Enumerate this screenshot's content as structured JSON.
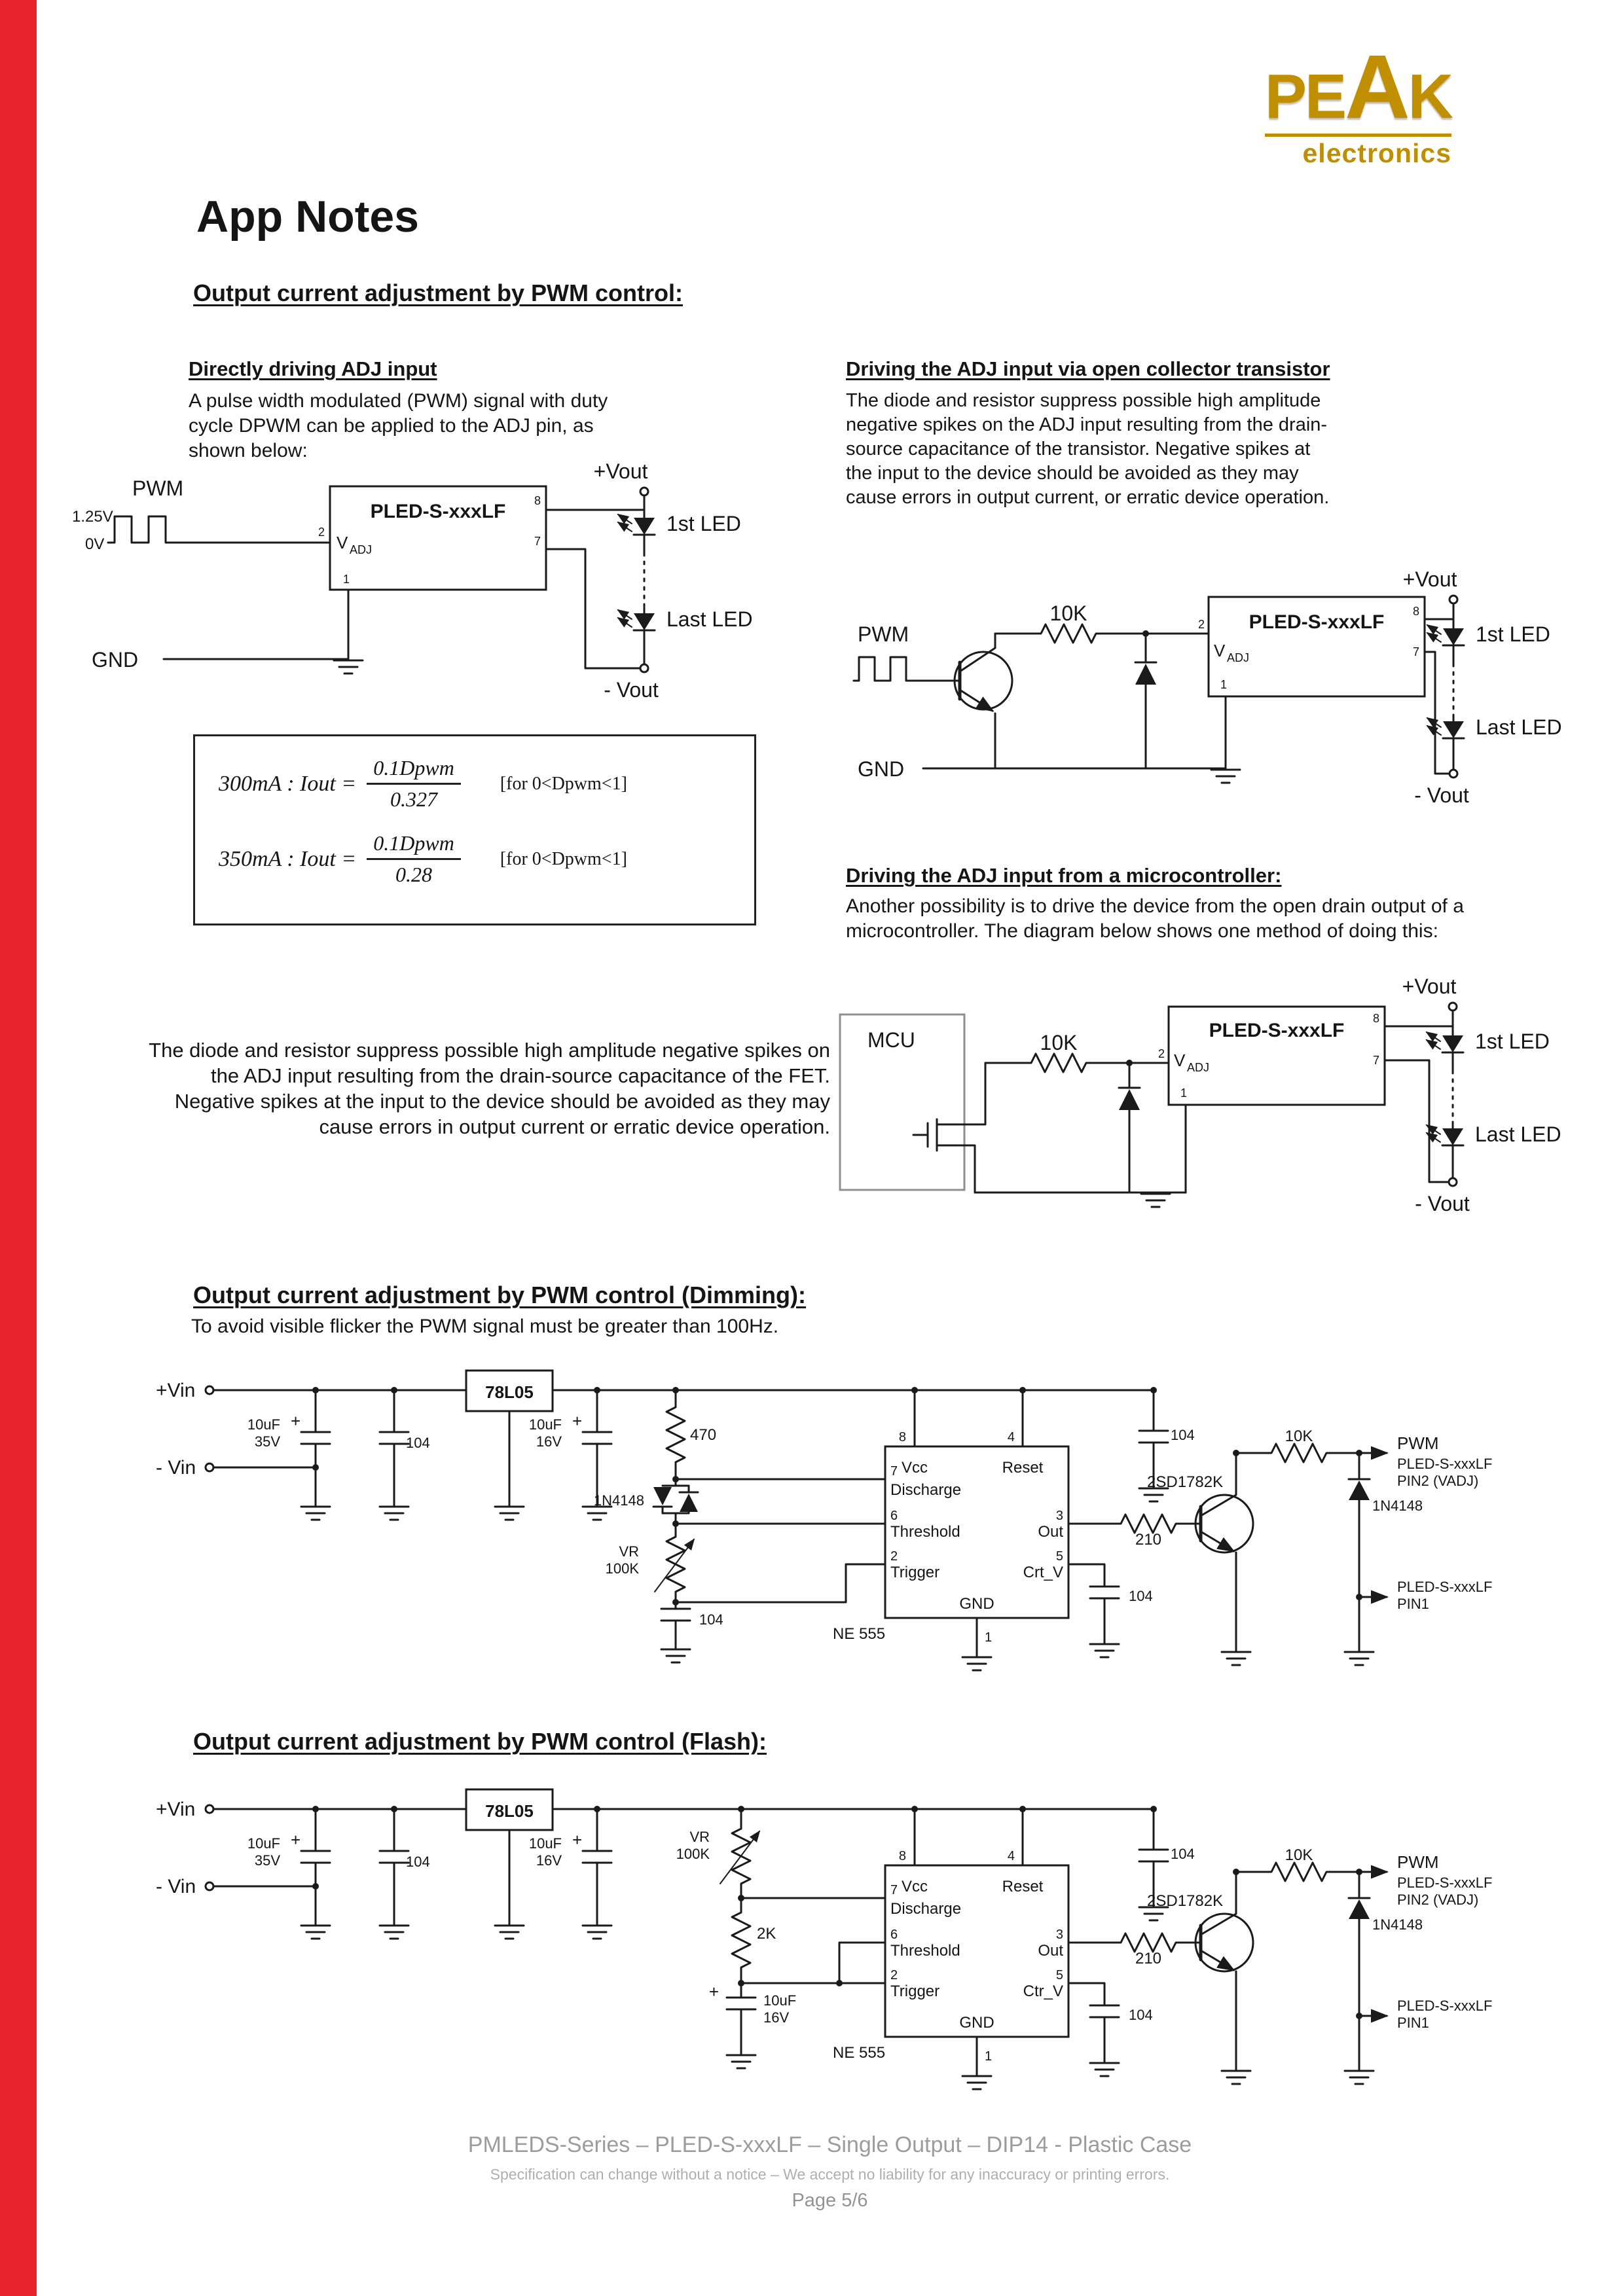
{
  "colors": {
    "accent_red": "#e8232d",
    "brand_gold": "#bf8f00",
    "footer_gray": "#9c9c9c"
  },
  "logo": {
    "letters": [
      "P",
      "E",
      "A",
      "K"
    ],
    "subtitle": "electronics"
  },
  "page": {
    "title": "App Notes"
  },
  "headings": {
    "pwm": "Output current adjustment by PWM control:",
    "dimming": "Output current adjustment by PWM control (Dimming):",
    "dimming_note": "To avoid visible flicker the PWM signal must be greater than 100Hz.",
    "flash": "Output current adjustment by PWM control (Flash):"
  },
  "direct": {
    "heading": "Directly driving ADJ input",
    "body": "A pulse width modulated (PWM) signal with duty cycle DPWM can be applied to the ADJ pin, as shown below:"
  },
  "oc": {
    "heading": "Driving the ADJ input via open collector transistor",
    "body": "The diode and resistor suppress possible high amplitude negative spikes on the ADJ input resulting from the drain-source capacitance of the transistor. Negative spikes at the input to the device should be avoided as they may cause errors in output current, or erratic device operation."
  },
  "micro": {
    "heading": "Driving the ADJ input from a microcontroller:",
    "body": "Another possibility is to drive the device from the open drain output of a microcontroller. The diagram below shows one method of doing this:"
  },
  "fet_note": {
    "text": "The diode and resistor suppress possible high amplitude negative spikes on the ADJ input resulting from the drain-source capacitance of the FET. Negative spikes at the input to the device should be avoided as they may cause errors in output current or erratic device operation."
  },
  "formulas": {
    "f300": {
      "lhs": "300mA : Iout =",
      "num": "0.1Dpwm",
      "den": "0.327",
      "cond": "[for 0<Dpwm<1]"
    },
    "f350": {
      "lhs": "350mA : Iout =",
      "num": "0.1Dpwm",
      "den": "0.28",
      "cond": "[for 0<Dpwm<1]"
    }
  },
  "c1": {
    "pwm": "PWM",
    "v_high": "1.25V",
    "v_low": "0V",
    "ic": "PLED-S-xxxLF",
    "v": "V",
    "adj": "ADJ",
    "p2": "2",
    "p8": "8",
    "p7": "7",
    "p1": "1",
    "vout_pos": "+Vout",
    "led1": "1st LED",
    "led2": "Last LED",
    "vout_neg": "- Vout",
    "gnd": "GND"
  },
  "c2": {
    "pwm": "PWM",
    "r": "10K",
    "ic": "PLED-S-xxxLF",
    "v": "V",
    "adj": "ADJ",
    "p2": "2",
    "p8": "8",
    "p7": "7",
    "p1": "1",
    "vout_pos": "+Vout",
    "led1": "1st LED",
    "led2": "Last LED",
    "vout_neg": "- Vout",
    "gnd": "GND"
  },
  "c3": {
    "mcu": "MCU",
    "r": "10K",
    "ic": "PLED-S-xxxLF",
    "v": "V",
    "adj": "ADJ",
    "p2": "2",
    "p8": "8",
    "p7": "7",
    "p1": "1",
    "vout_pos": "+Vout",
    "led1": "1st LED",
    "led2": "Last LED",
    "vout_neg": "- Vout"
  },
  "dim": {
    "vin_pos": "+Vin",
    "vin_neg": "- Vin",
    "reg": "78L05",
    "plus": "+",
    "c1a": "10uF",
    "c1b": "35V",
    "c2": "104",
    "c3a": "10uF",
    "c3b": "16V",
    "r470": "470",
    "d_left": "1N4148",
    "vra": "VR",
    "vrb": "100K",
    "c_vr": "104",
    "ic": "NE 555",
    "vcc": "Vcc",
    "reset": "Reset",
    "discharge": "Discharge",
    "threshold": "Threshold",
    "trigger": "Trigger",
    "out": "Out",
    "ctrl": "Crt_V",
    "gnd": "GND",
    "p8": "8",
    "p4": "4",
    "p7": "7",
    "p6": "6",
    "p2": "2",
    "p3": "3",
    "p5": "5",
    "p1": "1",
    "c4": "104",
    "c5": "104",
    "q": "2SD1782K",
    "r210": "210",
    "r10k": "10K",
    "d_right": "1N4148",
    "out1a": "PWM",
    "out1b": "PLED-S-xxxLF",
    "out1c": "PIN2 (VADJ)",
    "out2a": "PLED-S-xxxLF",
    "out2b": "PIN1"
  },
  "flash": {
    "vin_pos": "+Vin",
    "vin_neg": "- Vin",
    "reg": "78L05",
    "plus": "+",
    "c1a": "10uF",
    "c1b": "35V",
    "c2": "104",
    "c3a": "10uF",
    "c3b": "16V",
    "vra": "VR",
    "vrb": "100K",
    "r2k": "2K",
    "c_tr_a": "10uF",
    "c_tr_b": "16V",
    "ic": "NE 555",
    "vcc": "Vcc",
    "reset": "Reset",
    "discharge": "Discharge",
    "threshold": "Threshold",
    "trigger": "Trigger",
    "out": "Out",
    "ctrl": "Ctr_V",
    "gnd": "GND",
    "p8": "8",
    "p4": "4",
    "p7": "7",
    "p6": "6",
    "p2": "2",
    "p3": "3",
    "p5": "5",
    "p1": "1",
    "c4": "104",
    "c5": "104",
    "q": "2SD1782K",
    "r210": "210",
    "r10k": "10K",
    "d_right": "1N4148",
    "out1a": "PWM",
    "out1b": "PLED-S-xxxLF",
    "out1c": "PIN2 (VADJ)",
    "out2a": "PLED-S-xxxLF",
    "out2b": "PIN1"
  },
  "footer": {
    "line1": "PMLEDS-Series – PLED-S-xxxLF – Single Output – DIP14 - Plastic Case",
    "line2": "Specification can change without a notice – We accept no liability for any inaccuracy or printing errors.",
    "line3": "Page 5/6"
  }
}
